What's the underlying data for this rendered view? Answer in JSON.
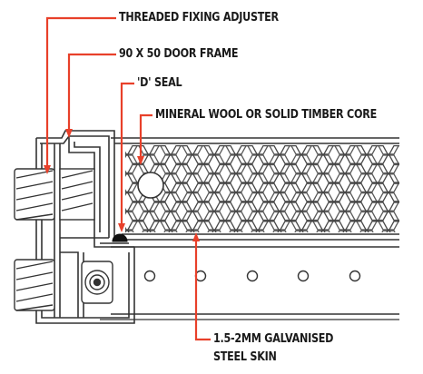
{
  "labels": {
    "threaded_fixing_adjuster": "THREADED FIXING ADJUSTER",
    "door_frame": "90 X 50 DOOR FRAME",
    "d_seal": "'D' SEAL",
    "core": "MINERAL WOOL OR SOLID TIMBER CORE",
    "steel_skin_line1": "1.5-2MM GALVANISED",
    "steel_skin_line2": "STEEL SKIN"
  },
  "colors": {
    "leader": "#e8402a",
    "outline": "#333333",
    "text": "#1a1a1a",
    "seal": "#111111"
  }
}
